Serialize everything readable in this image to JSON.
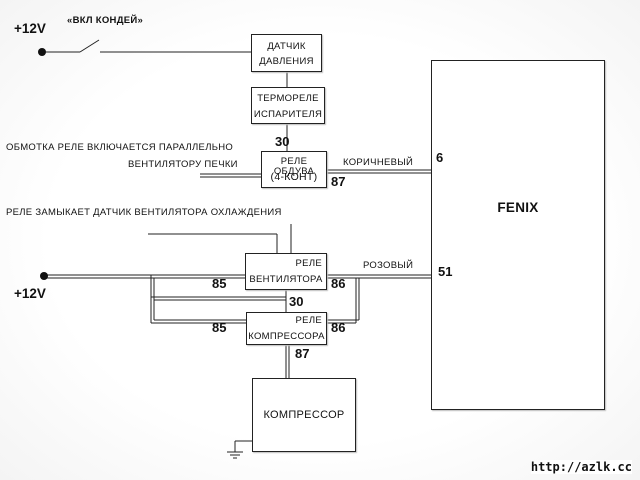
{
  "supply": {
    "top": "+12V",
    "bottom": "+12V"
  },
  "switch_label": "«ВКЛ КОНДЕЙ»",
  "boxes": {
    "pressure_sensor": [
      "ДАТЧИК",
      "ДАВЛЕНИЯ"
    ],
    "evap_thermo": [
      "ТЕРМОРЕЛЕ",
      "ИСПАРИТЕЛЯ"
    ],
    "blower_relay": [
      "РЕЛЕ ОБДУВА",
      "(4-КОНТ)"
    ],
    "fan_relay": [
      "РЕЛЕ",
      "ВЕНТИЛЯТОРА"
    ],
    "compressor_relay": [
      "РЕЛЕ",
      "КОМПРЕССОРА"
    ],
    "compressor": "КОМПРЕССОР",
    "fenix": "FENIX"
  },
  "notes": {
    "coil_1": "ОБМОТКА РЕЛЕ ВКЛЮЧАЕТСЯ ПАРАЛЛЕЛЬНО",
    "coil_2": "ВЕНТИЛЯТОРУ ПЕЧКИ",
    "fan_sensor": "РЕЛЕ ЗАМЫКАЕТ ДАТЧИК ВЕНТИЛЯТОРА ОХЛАЖДЕНИЯ"
  },
  "wires": {
    "brown": "КОРИЧНЕВЫЙ",
    "pink": "РОЗОВЫЙ"
  },
  "pins": {
    "blower_30": "30",
    "blower_87": "87",
    "fenix_6": "6",
    "fenix_51": "51",
    "fan_85": "85",
    "fan_86": "86",
    "fan_30": "30",
    "comp_85": "85",
    "comp_86": "86",
    "comp_87": "87"
  },
  "watermark": "http://azlk.cc"
}
